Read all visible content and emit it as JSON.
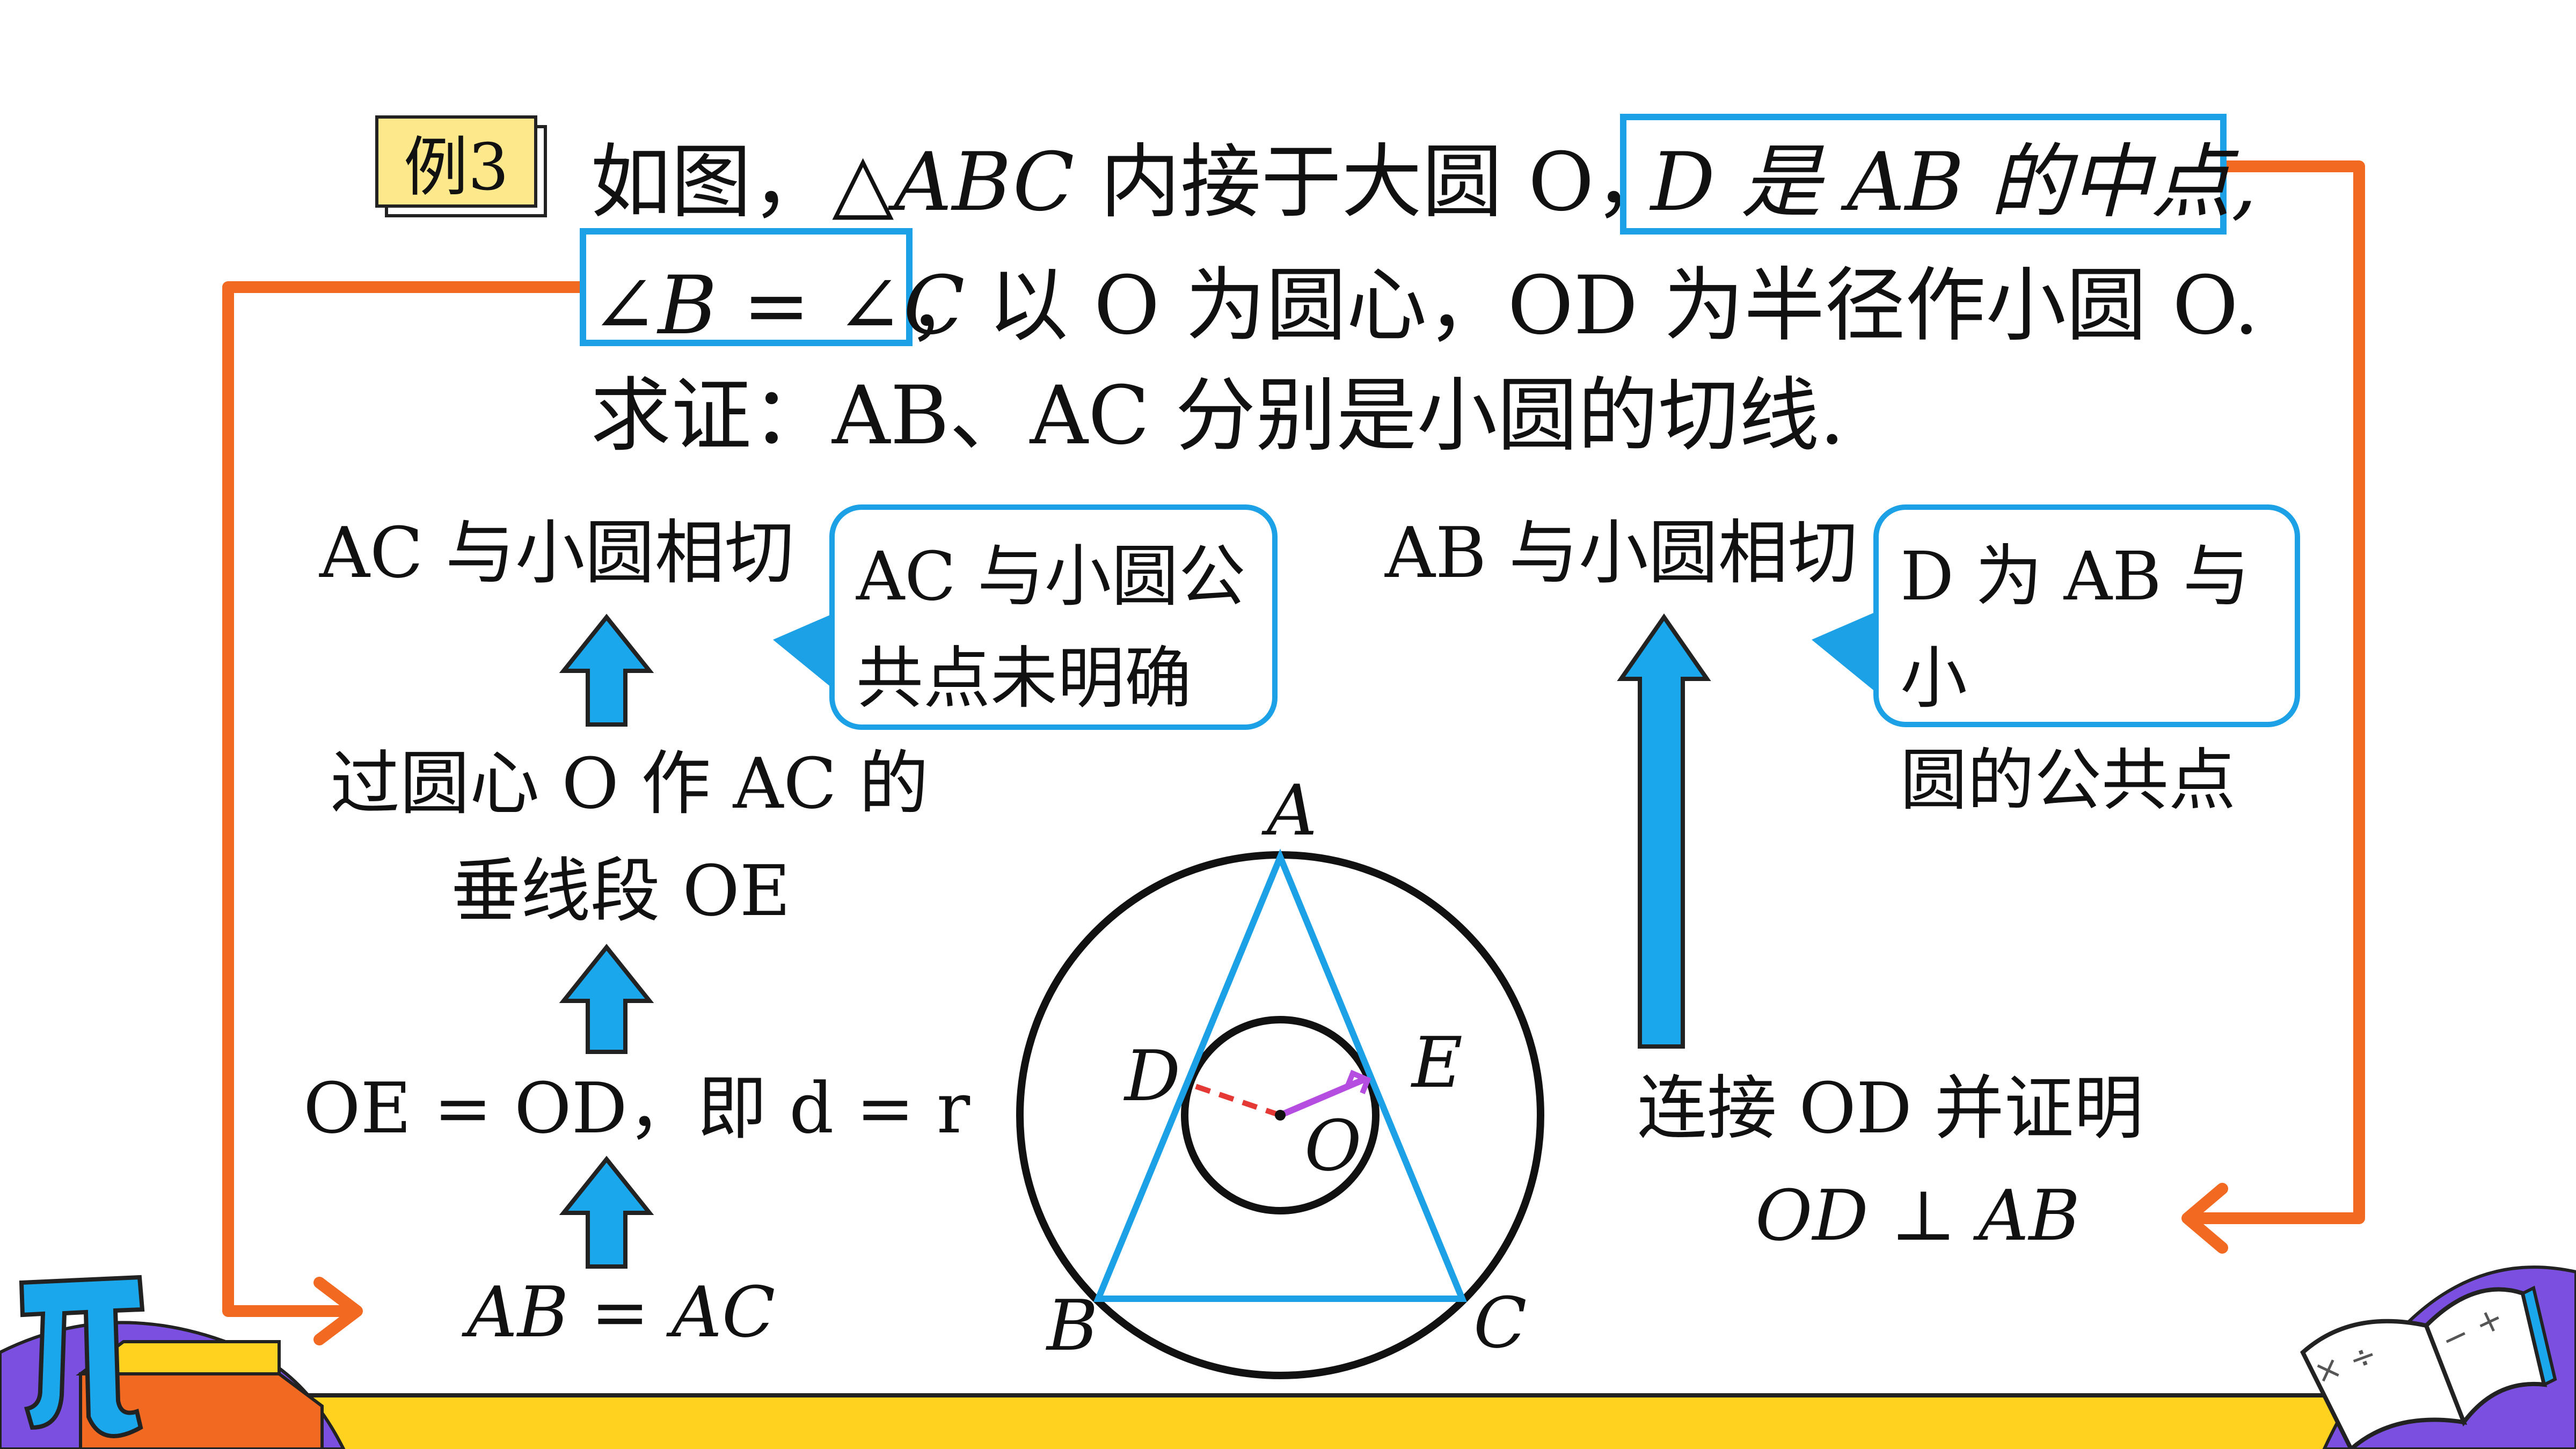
{
  "badge": "例3",
  "problem": {
    "line1_a": "如图，△",
    "line1_b": "ABC",
    "line1_c": " 内接于大圆 O，",
    "line1_boxed": "D 是 AB 的中点,",
    "line2_boxed": "∠B = ∠C",
    "line2_rest": "，以 O 为圆心，OD 为半径作小圆 O.",
    "line3": "求证：AB、AC  分别是小圆的切线."
  },
  "left_chain": {
    "step1": "AC 与小圆相切",
    "bubble": "AC 与小圆公共点未明确",
    "bubble_line1": "AC 与小圆公",
    "bubble_line2": "共点未明确",
    "step2_line1": "过圆心 O 作 AC 的",
    "step2_line2": "垂线段 OE",
    "step3": "OE = OD，即 d = r",
    "step4": "AB = AC"
  },
  "right_chain": {
    "step1": "AB 与小圆相切",
    "bubble_line1": "D 为 AB 与小",
    "bubble_line2": "圆的公共点",
    "step2_line1": "连接 OD 并证明",
    "step2_line2": "OD ⊥ AB"
  },
  "figure": {
    "labels": {
      "A": "A",
      "B": "B",
      "C": "C",
      "D": "D",
      "E": "E",
      "O": "O"
    }
  },
  "colors": {
    "accent_blue": "#1da1e6",
    "arrow_orange": "#f26a21",
    "badge_yellow": "#fde88b",
    "footer_yellow": "#ffd21f",
    "dash_red": "#e53935",
    "right_angle_purple": "#b44de0"
  },
  "icons": [
    "pi-icon",
    "book-icon"
  ]
}
